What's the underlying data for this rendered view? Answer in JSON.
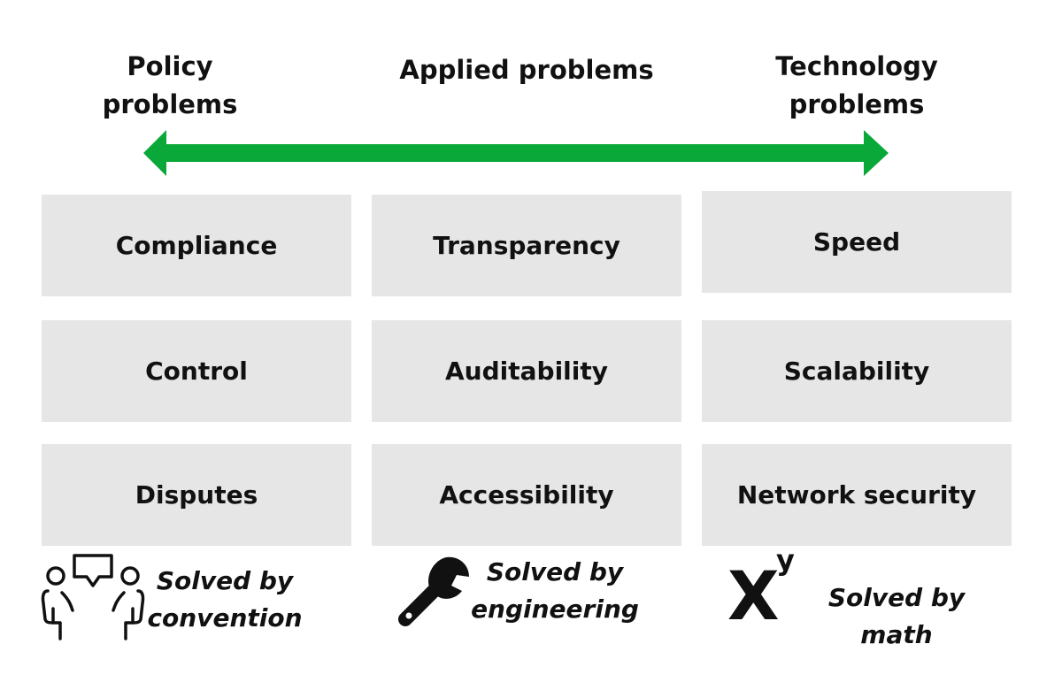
{
  "headings": {
    "policy": "Policy\nproblems",
    "applied": "Applied problems",
    "technology": "Technology\nproblems"
  },
  "arrow": {
    "color": "#09a838",
    "direction": "bidirectional"
  },
  "columns": [
    {
      "boxes": [
        "Compliance",
        "Control",
        "Disputes"
      ],
      "footer_icon": "people-discussion-icon",
      "footer_text": "Solved by\nconvention"
    },
    {
      "boxes": [
        "Transparency",
        "Auditability",
        "Accessibility"
      ],
      "footer_icon": "wrench-icon",
      "footer_text": "Solved by\nengineering"
    },
    {
      "boxes": [
        "Speed",
        "Scalability",
        "Network security"
      ],
      "footer_icon": "x-power-y-icon",
      "footer_text": "Solved by math"
    }
  ],
  "xy_icon": {
    "base": "X",
    "exponent": "y"
  },
  "colors": {
    "box_fill": "#e6e6e6",
    "text": "#111111",
    "arrow": "#09a838"
  }
}
